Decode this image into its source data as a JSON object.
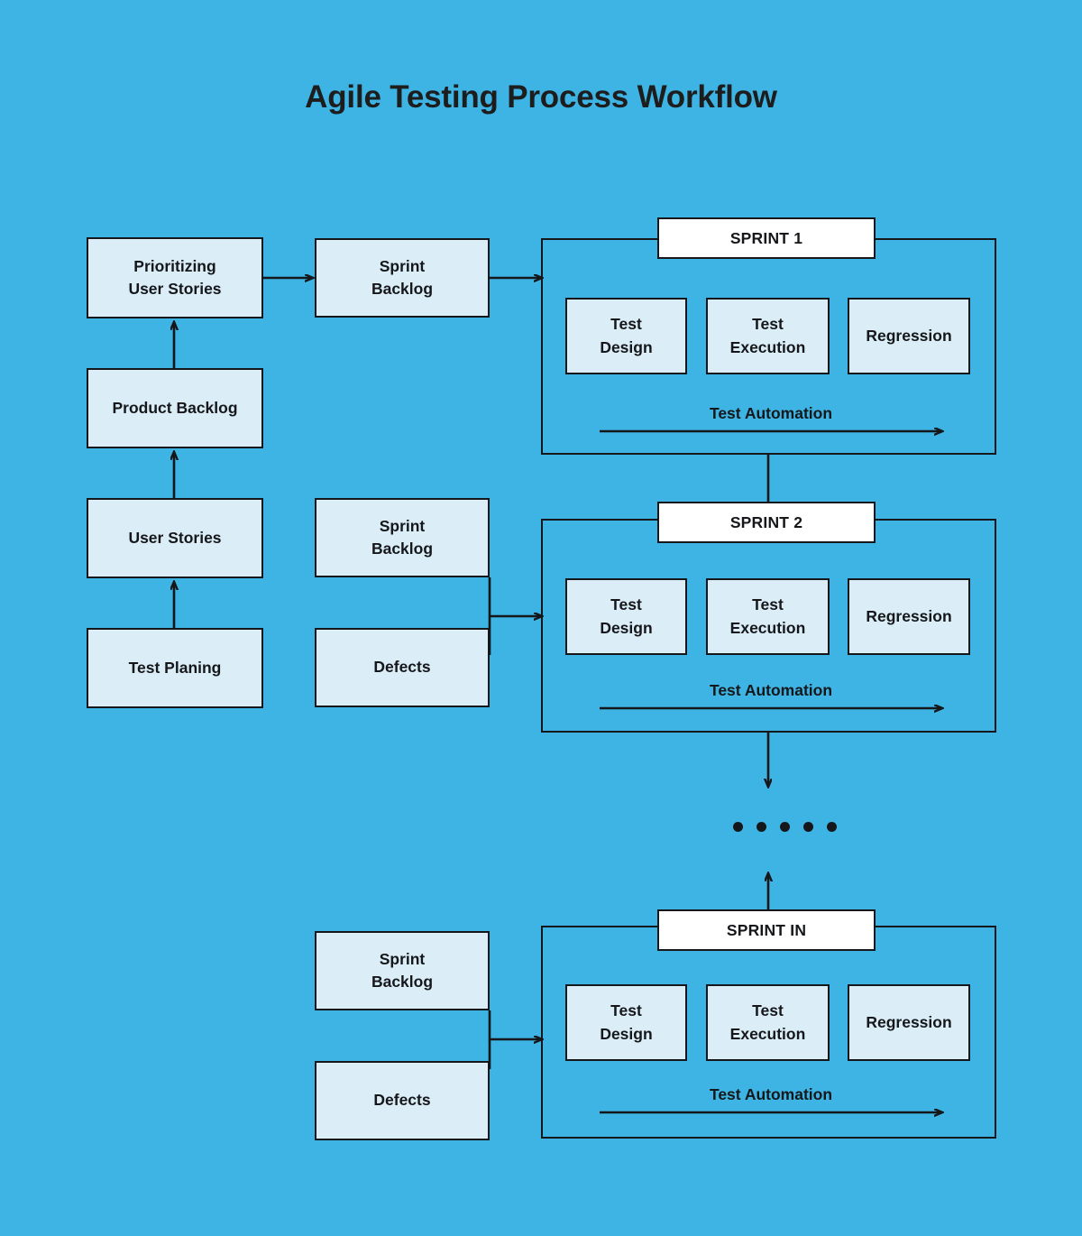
{
  "page": {
    "title": "Agile Testing Process Workflow",
    "background_color": "#3db4e3",
    "box_fill_color": "#dbeef8",
    "label_fill_color": "#ffffff",
    "stroke_color": "#15171a",
    "text_color": "#15171a"
  },
  "intake": {
    "prioritizing_user_stories": "Prioritizing\nUser Stories",
    "product_backlog": "Product Backlog",
    "user_stories": "User Stories",
    "test_planing": "Test Planing"
  },
  "feeders": {
    "sprint1_backlog": "Sprint\nBacklog",
    "sprint2_backlog": "Sprint\nBacklog",
    "sprint2_defects": "Defects",
    "sprintin_backlog": "Sprint\nBacklog",
    "sprintin_defects": "Defects"
  },
  "sprints": [
    {
      "label": "SPRINT 1",
      "activities": [
        "Test\nDesign",
        "Test\nExecution",
        "Regression"
      ],
      "automation_caption": "Test Automation"
    },
    {
      "label": "SPRINT 2",
      "activities": [
        "Test\nDesign",
        "Test\nExecution",
        "Regression"
      ],
      "automation_caption": "Test Automation"
    },
    {
      "label": "SPRINT IN",
      "activities": [
        "Test\nDesign",
        "Test\nExecution",
        "Regression"
      ],
      "automation_caption": "Test Automation"
    }
  ],
  "ellipsis": {
    "dot_count": 5,
    "meaning": "continuation-of-sprints"
  }
}
